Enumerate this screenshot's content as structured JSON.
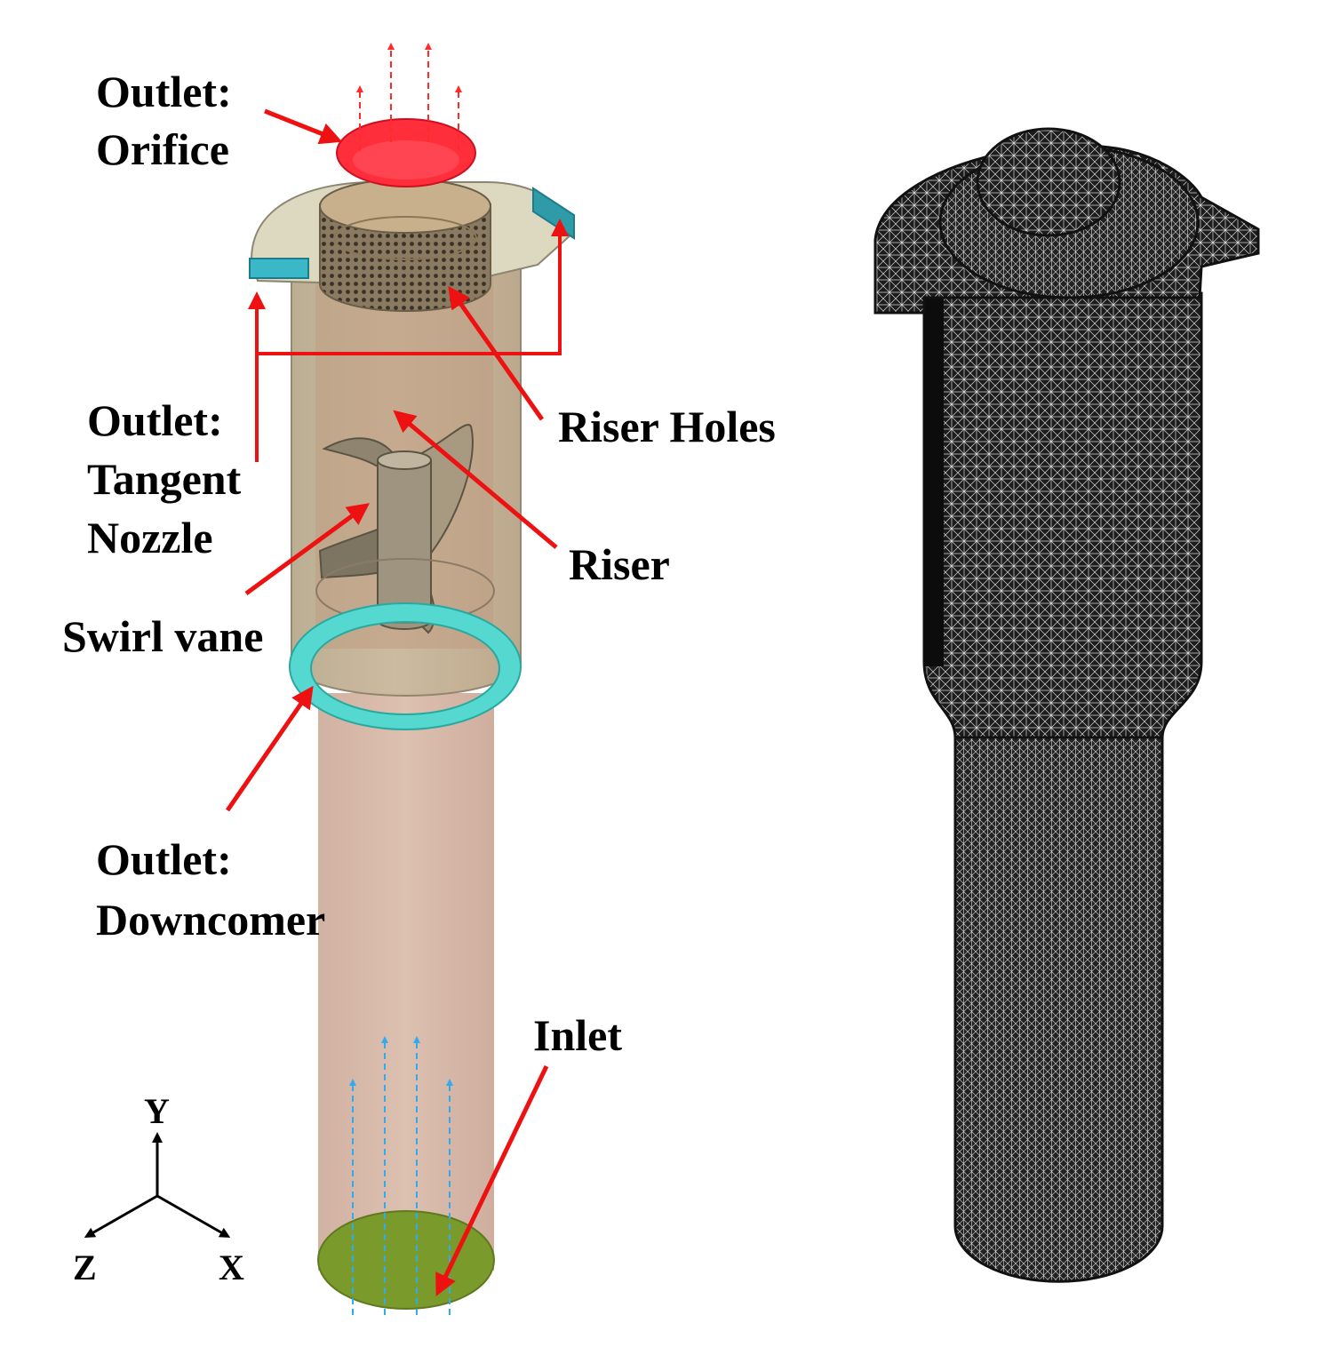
{
  "labels": {
    "outlet_orifice": [
      "Outlet:",
      "Orifice"
    ],
    "outlet_tangent_nozzle": [
      "Outlet:",
      "Tangent",
      "Nozzle"
    ],
    "riser_holes": "Riser Holes",
    "riser": "Riser",
    "swirl_vane": "Swirl vane",
    "outlet_downcomer": [
      "Outlet:",
      "Downcomer"
    ],
    "inlet": "Inlet"
  },
  "axes": {
    "y": "Y",
    "z": "Z",
    "x": "X"
  },
  "colors": {
    "callout_arrow": "#ee1111",
    "outlet_flow": "#ff2a2a",
    "inlet_flow": "#33aaee",
    "orifice": "#ff2e3a",
    "downcomer_ring": "#55d8d0",
    "inlet_face": "#7a9a2c",
    "pipe": "#d8b8a8",
    "separator_body": "#c6b49a",
    "mesh": "#2a2a2a"
  }
}
